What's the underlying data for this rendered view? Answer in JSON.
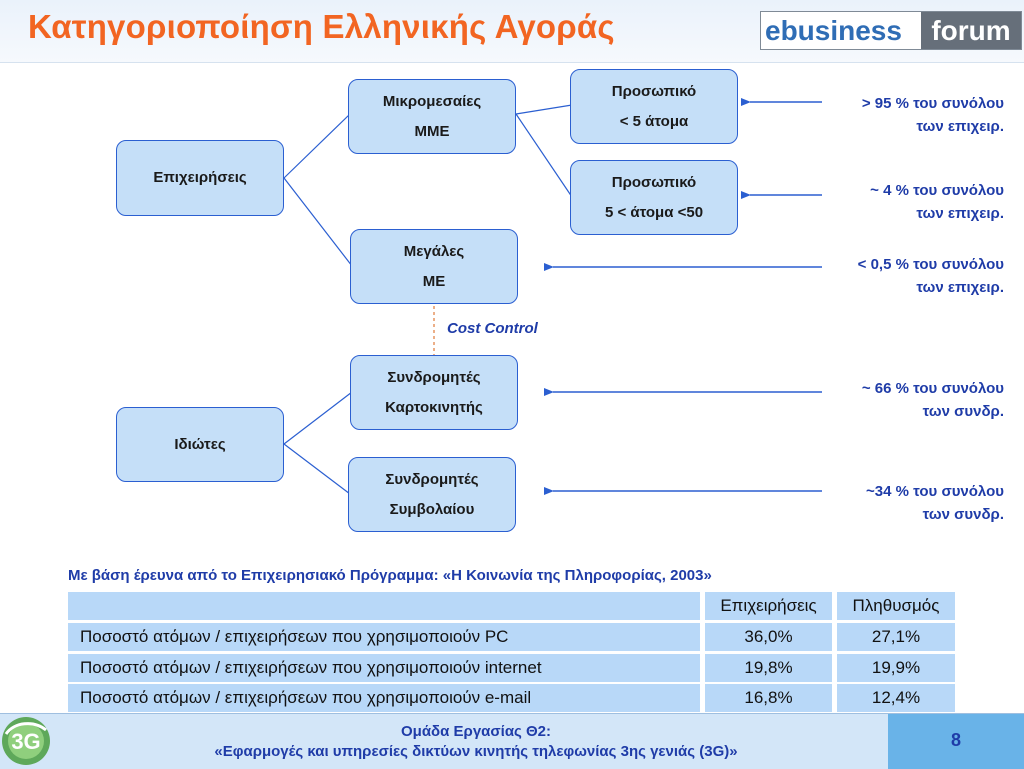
{
  "header": {
    "title": "Κατηγοριοποίηση Ελληνικής Αγοράς",
    "logo_part1": "ebusiness",
    "logo_part2": "forum"
  },
  "diagram": {
    "businesses": "Επιχειρήσεις",
    "sme": {
      "line1": "Μικρομεσαίες",
      "line2": "ΜΜΕ"
    },
    "large": {
      "line1": "Μεγάλες",
      "line2": "ΜΕ"
    },
    "staff_small": {
      "line1": "Προσωπικό",
      "line2": "< 5 άτομα"
    },
    "staff_mid": {
      "line1": "Προσωπικό",
      "line2": "5 < άτομα <50"
    },
    "individuals": "Ιδιώτες",
    "prepaid": {
      "line1": "Συνδρομητές",
      "line2": "Καρτοκινητής"
    },
    "contract": {
      "line1": "Συνδρομητές",
      "line2": "Συμβολαίου"
    },
    "cost_control": "Cost Control",
    "annotations": {
      "a1": {
        "line1": "> 95 % του συνόλου",
        "line2": "των επιχειρ."
      },
      "a2": {
        "line1": "~ 4 % του συνόλου",
        "line2": "των επιχειρ."
      },
      "a3": {
        "line1": "< 0,5 % του συνόλου",
        "line2": "των επιχειρ."
      },
      "a4": {
        "line1": "~ 66 % του συνόλου",
        "line2": "των συνδρ."
      },
      "a5": {
        "line1": "~34 % του συνόλου",
        "line2": "των συνδρ."
      }
    }
  },
  "source": "Με βάση έρευνα από το Επιχειρησιακό Πρόγραμμα: «Η Κοινωνία της Πληροφορίας, 2003»",
  "table": {
    "headers": [
      "",
      "Επιχειρήσεις",
      "Πληθυσμός"
    ],
    "rows": [
      [
        "Ποσοστό ατόμων / επιχειρήσεων που χρησιμοποιούν PC",
        "36,0%",
        "27,1%"
      ],
      [
        "Ποσοστό ατόμων / επιχειρήσεων που χρησιμοποιούν internet",
        "19,8%",
        "19,9%"
      ],
      [
        "Ποσοστό ατόμων / επιχειρήσεων που χρησιμοποιούν e-mail",
        "16,8%",
        "12,4%"
      ]
    ]
  },
  "footer": {
    "line1": "Ομάδα Εργασίας Θ2:",
    "line2": "«Εφαρμογές και υπηρεσίες δικτύων κινητής τηλεφωνίας 3ης γενιάς (3G)»",
    "logo_text": "3G",
    "page_number": "8"
  },
  "colors": {
    "title": "#f26522",
    "box_fill": "#c5dff8",
    "box_border": "#2b5fd1",
    "text_blue": "#1f3ca8",
    "table_fill": "#b8d8f8",
    "page_box": "#69b3e8"
  }
}
